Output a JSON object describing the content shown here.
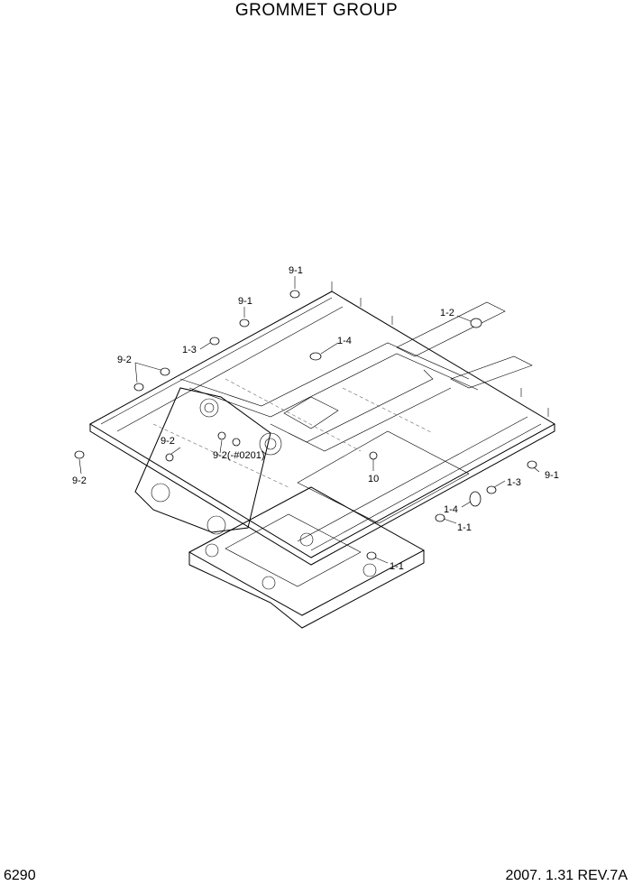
{
  "title": "GROMMET GROUP",
  "page_number": "6290",
  "revision": "2007. 1.31  REV.7A",
  "callouts": {
    "c1": "9-1",
    "c2": "9-1",
    "c3": "1-2",
    "c4": "1-3",
    "c5": "1-4",
    "c6": "9-2",
    "c7": "9-2",
    "c8": "9-2(-#0201)",
    "c9": "9-2",
    "c10": "10",
    "c11": "1-3",
    "c12": "9-1",
    "c13": "1-4",
    "c14": "1-1",
    "c15": "1-1"
  }
}
